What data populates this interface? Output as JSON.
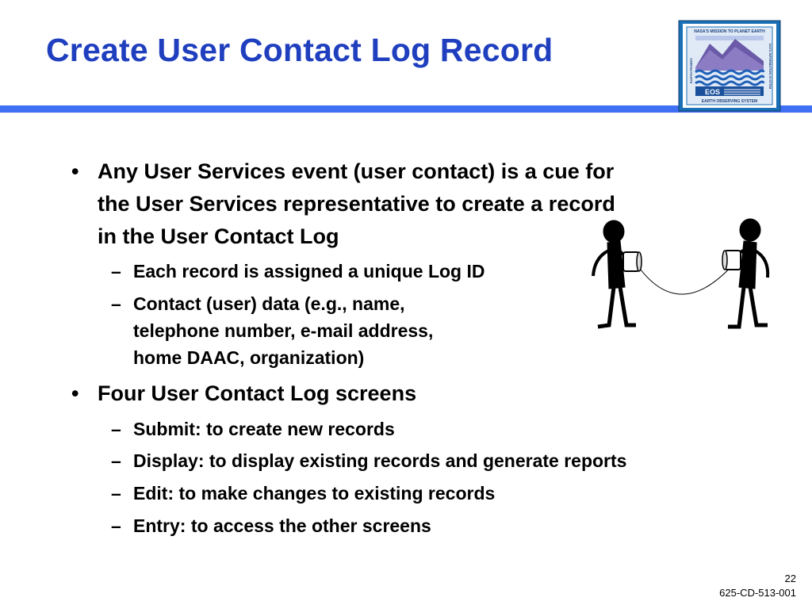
{
  "slide": {
    "title": "Create User Contact Log Record",
    "logo": {
      "top_text": "NASA'S MISSION TO PLANET EARTH",
      "side_left": "EARTH PROBES",
      "side_right": "DATA INFORMATION SYSTEM",
      "badge": "EOS",
      "bottom_text": "EARTH OBSERVING SYSTEM"
    },
    "bullets": [
      {
        "lines": [
          "Any User Services event (user contact) is a cue for",
          "the User Services representative to create a record",
          "in the User Contact Log"
        ],
        "subs": [
          {
            "lines": [
              "Each record is assigned a unique Log ID"
            ]
          },
          {
            "lines": [
              "Contact (user) data (e.g., name,",
              "telephone number, e-mail address,",
              "home DAAC, organization)"
            ]
          }
        ]
      },
      {
        "lines": [
          "Four User Contact Log screens"
        ],
        "subs": [
          {
            "lines": [
              "Submit:  to create new records"
            ]
          },
          {
            "lines": [
              "Display:  to display existing records and generate reports"
            ]
          },
          {
            "lines": [
              "Edit:  to make changes to existing records"
            ]
          },
          {
            "lines": [
              "Entry:  to access the other screens"
            ]
          }
        ]
      }
    ],
    "bullet_glyph": "•",
    "dash_glyph": "–",
    "footer": {
      "page_number": "22",
      "doc_id": "625-CD-513-001"
    },
    "colors": {
      "title": "#1f3fbf",
      "rule": "#3f6ff2",
      "logo_frame": "#1a6fb5"
    }
  }
}
